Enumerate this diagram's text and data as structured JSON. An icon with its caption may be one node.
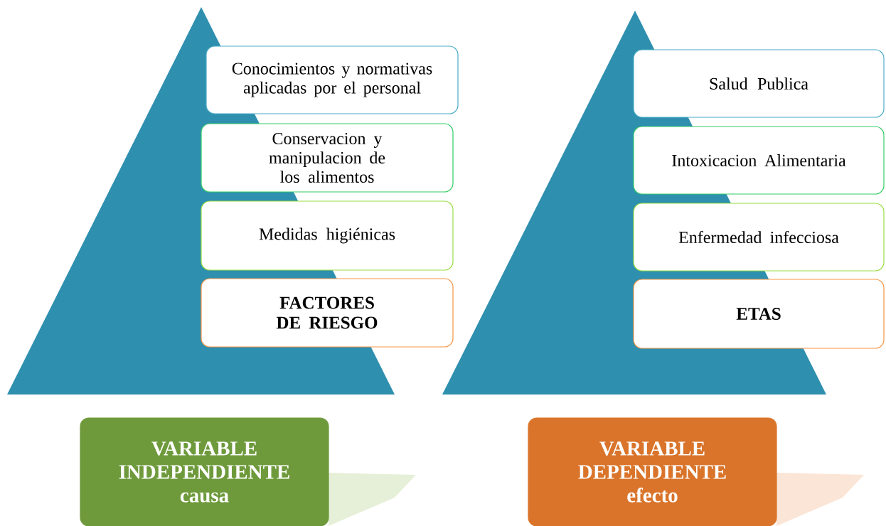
{
  "diagram": {
    "nodes": [
      {
        "text": [
          "Conocimientos y normativas aplicadas  por el personal"
        ]
      },
      {
        "text": [
          "Conservacion y manipulacion de los alimentos"
        ]
      },
      {
        "text": [
          "Medidas higiénicas"
        ]
      },
      {
        "text": [
          "FACTORES DE RIESGO"
        ]
      },
      {
        "text": [
          "Salud Publica"
        ]
      },
      {
        "text": [
          "Intoxicacion Alimentaria"
        ]
      },
      {
        "text": [
          "Enfermedad  infecciosa"
        ]
      },
      {
        "text": [
          "ETAS"
        ]
      },
      {
        "text": [
          "VARIABLE INDEPENDIENTE causa"
        ]
      },
      {
        "text": [
          "VARIABLE DEPENDIENTE efecto"
        ]
      }
    ]
  }
}
